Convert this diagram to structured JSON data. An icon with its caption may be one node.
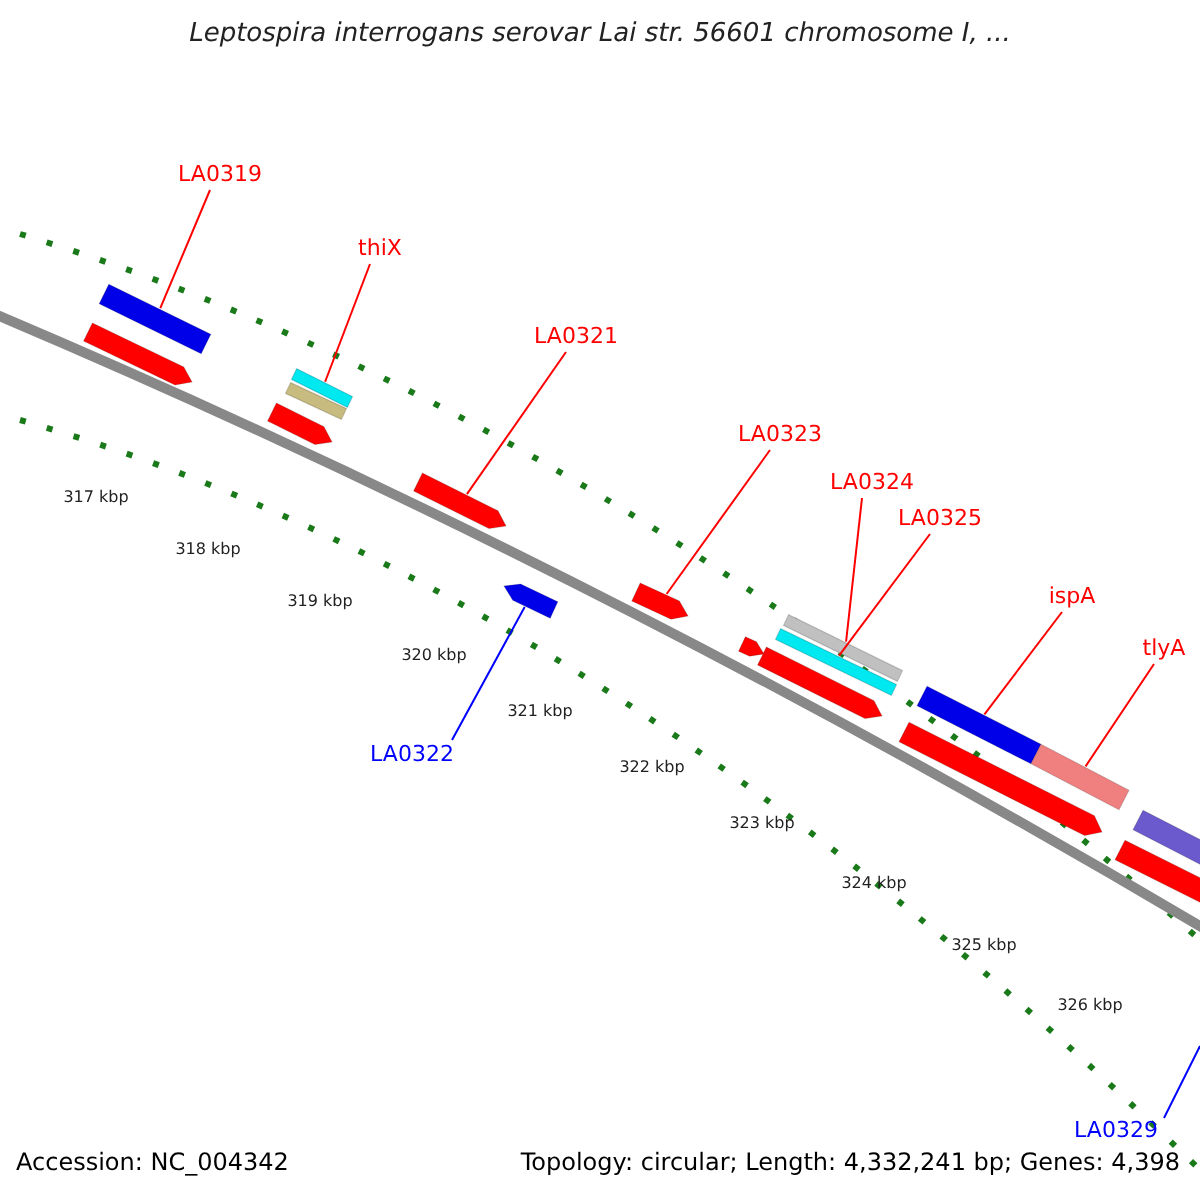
{
  "diagram": {
    "title": "Leptospira interrogans serovar Lai str. 56601 chromosome I, ...",
    "nodes": [
      {
        "text": [
          "LA0319"
        ]
      },
      {
        "text": [
          "thiX"
        ]
      },
      {
        "text": [
          "LA0321"
        ]
      },
      {
        "text": [
          "LA0323"
        ]
      },
      {
        "text": [
          "LA0324"
        ]
      },
      {
        "text": [
          "LA0325"
        ]
      },
      {
        "text": [
          "ispA"
        ]
      },
      {
        "text": [
          "tlyA"
        ]
      },
      {
        "text": [
          "LA0322"
        ]
      },
      {
        "text": [
          "LA0329"
        ]
      },
      {
        "text": [],
        "shape": "bar"
      },
      {
        "text": [],
        "shape": "bar"
      },
      {
        "text": [],
        "shape": "bar"
      },
      {
        "text": [],
        "shape": "bar"
      },
      {
        "text": [],
        "shape": "bar"
      },
      {
        "text": [],
        "shape": "bar"
      },
      {
        "text": [],
        "shape": "bar"
      },
      {
        "text": [],
        "shape": "bar"
      },
      {
        "text": [],
        "shape": "bar"
      },
      {
        "text": [],
        "shape": "bar"
      },
      {
        "text": [],
        "shape": "bar"
      },
      {
        "text": [],
        "shape": "bar"
      },
      {
        "text": [],
        "shape": "bar"
      },
      {
        "text": [],
        "shape": "bar"
      },
      {
        "text": [],
        "shape": "bar"
      },
      {
        "text": [],
        "shape": "bar"
      },
      {
        "text": [],
        "shape": "bar"
      }
    ],
    "edges": [
      {
        "from": 0,
        "to": 10,
        "arrow": "none"
      },
      {
        "from": 1,
        "to": 12,
        "arrow": "none"
      },
      {
        "from": 2,
        "to": 15,
        "arrow": "none"
      },
      {
        "from": 3,
        "to": 17,
        "arrow": "none"
      },
      {
        "from": 4,
        "to": 19,
        "arrow": "none"
      },
      {
        "from": 5,
        "to": 20,
        "arrow": "none"
      },
      {
        "from": 6,
        "to": 22,
        "arrow": "none"
      },
      {
        "from": 7,
        "to": 23,
        "arrow": "none"
      },
      {
        "from": 8,
        "to": 16,
        "arrow": "none",
        "color": "#0000ff"
      },
      {
        "from": 9,
        "to": null,
        "arrow": "none",
        "color": "#0000ff"
      }
    ],
    "labels": [
      "317 kbp",
      "318 kbp",
      "319 kbp",
      "320 kbp",
      "321 kbp",
      "322 kbp",
      "323 kbp",
      "324 kbp",
      "325 kbp",
      "326 kbp",
      "Accession: NC_004342",
      "Topology: circular; Length: 4,332,241 bp; Genes: 4,398"
    ]
  }
}
